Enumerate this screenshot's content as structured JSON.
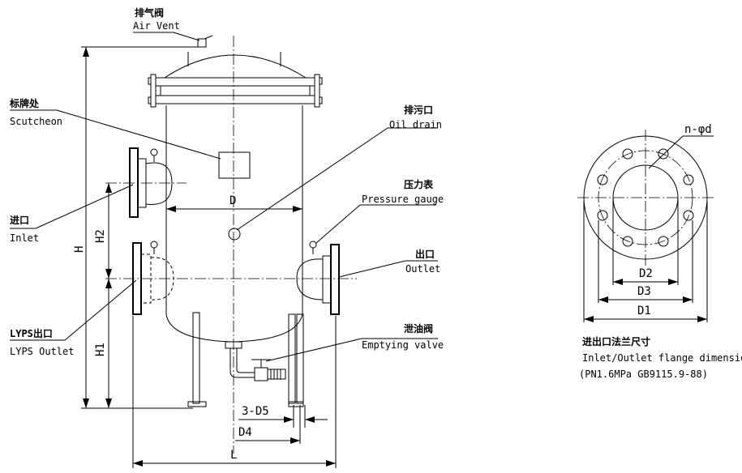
{
  "labels": {
    "air_vent_cn": "排气阀",
    "air_vent_en": "Air Vent",
    "scutcheon_cn": "标牌处",
    "scutcheon_en": "Scutcheon",
    "oil_drain_cn": "排污口",
    "oil_drain_en": "Oil drain",
    "pressure_gauge_cn": "压力表",
    "pressure_gauge_en": "Pressure gauge",
    "inlet_cn": "进口",
    "inlet_en": "Inlet",
    "outlet_cn": "出口",
    "outlet_en": "Outlet",
    "lyps_outlet_cn": "LYPS出口",
    "lyps_outlet_en": "LYPS Outlet",
    "emptying_valve_cn": "泄油阀",
    "emptying_valve_en": "Emptying valve"
  },
  "dimensions": {
    "H": "H",
    "H1": "H1",
    "H2": "H2",
    "D": "D",
    "L": "L",
    "D4": "D4",
    "D5": "3-D5",
    "D1": "D1",
    "D2": "D2",
    "D3": "D3",
    "nd": "n-φd"
  },
  "flange_caption": {
    "cn": "进出口法兰尺寸",
    "en": "Inlet/Outlet flange dimension",
    "std": "(PN1.6MPa GB9115.9-88)"
  }
}
